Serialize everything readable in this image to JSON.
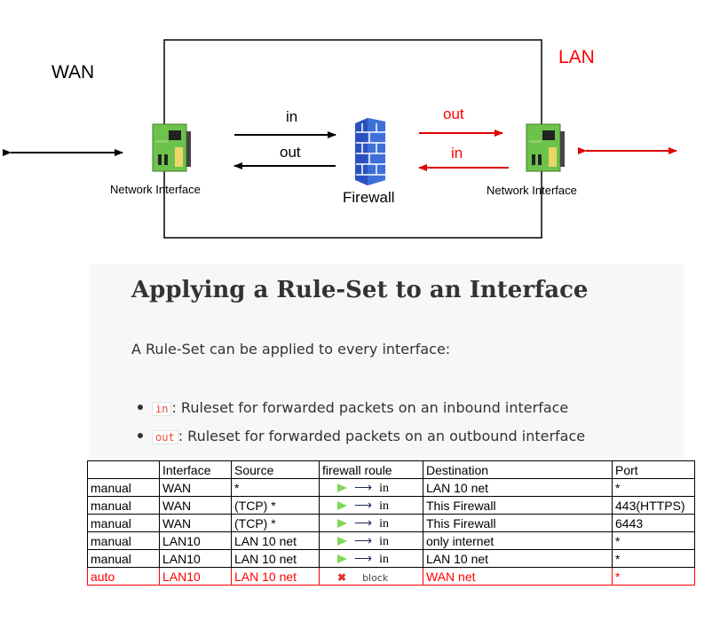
{
  "diagram": {
    "wan_label": "WAN",
    "lan_label": "LAN",
    "in_top": "in",
    "out_top": "out",
    "out_right": "out",
    "in_right": "in",
    "nic_left_label": "Network Interface",
    "nic_right_label": "Network Interface",
    "firewall_label": "Firewall"
  },
  "doc": {
    "title": "Applying a Rule-Set to an Interface",
    "intro": "A Rule-Set can be applied to every interface:",
    "bullets": [
      {
        "code": "in",
        "text": ": Ruleset for forwarded packets on an inbound interface"
      },
      {
        "code": "out",
        "text": ": Ruleset for forwarded packets on an outbound interface"
      }
    ]
  },
  "table": {
    "headers": [
      "",
      "Interface",
      "Source",
      "firewall roule",
      "Destination",
      "Port"
    ],
    "rows": [
      {
        "type": "manual",
        "iface": "WAN",
        "source": "*",
        "action": "in",
        "dest": "LAN 10 net",
        "port": "*"
      },
      {
        "type": "manual",
        "iface": "WAN",
        "source": "(TCP) *",
        "action": "in",
        "dest": "This Firewall",
        "port": "443(HTTPS)"
      },
      {
        "type": "manual",
        "iface": "WAN",
        "source": "(TCP) *",
        "action": "in",
        "dest": "This Firewall",
        "port": "6443"
      },
      {
        "type": "manual",
        "iface": "LAN10",
        "source": "LAN 10 net",
        "action": "in",
        "dest": "only internet",
        "port": "*"
      },
      {
        "type": "manual",
        "iface": "LAN10",
        "source": "LAN 10 net",
        "action": "in",
        "dest": "LAN 10 net",
        "port": "*"
      },
      {
        "type": "auto",
        "iface": "LAN10",
        "source": "LAN 10 net",
        "action": "block",
        "dest": "WAN net",
        "port": "*"
      }
    ]
  },
  "colors": {
    "red": "#ff0000",
    "play_green": "#7ed957",
    "nic_green": "#6cc24a",
    "firewall_blue": "#2a52be"
  }
}
